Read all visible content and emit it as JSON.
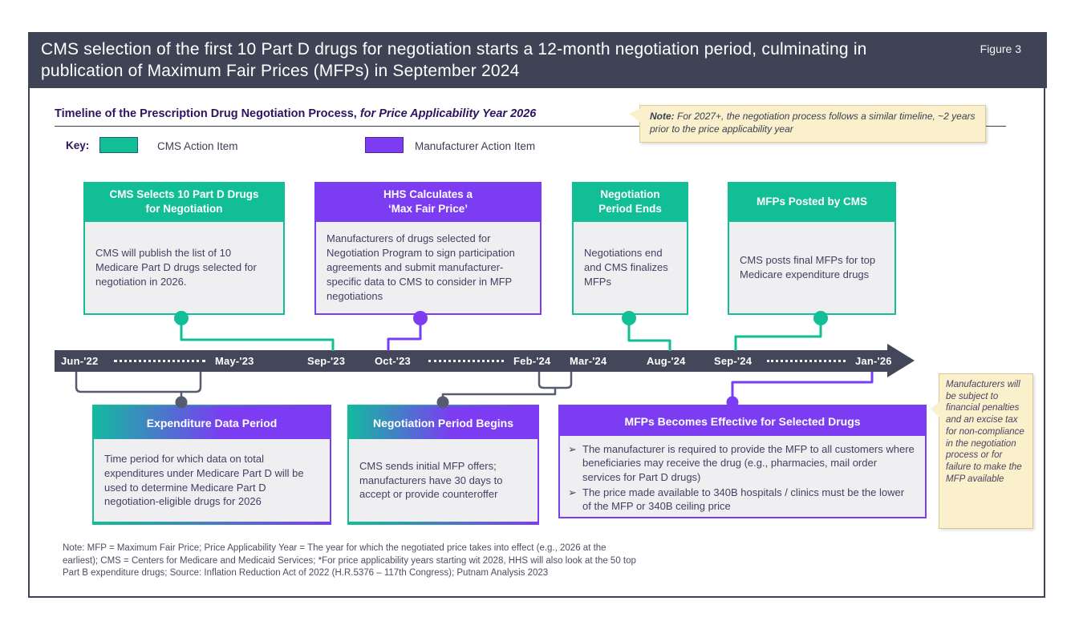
{
  "header": {
    "title": "CMS selection of the first 10 Part D drugs for negotiation starts a 12-month negotiation period, culminating in publication of Maximum Fair Prices (MFPs) in September 2024",
    "figure_label": "Figure 3"
  },
  "section_title": {
    "main": "Timeline of the Prescription Drug Negotiation Process,",
    "italic": " for Price Applicability Year 2026"
  },
  "top_note": {
    "label": "Note:",
    "text": " For 2027+, the negotiation process follows a similar timeline, ~2 years prior to the price applicability year"
  },
  "key": {
    "label": "Key:",
    "cms_label": "CMS Action Item",
    "manufacturer_label": "Manufacturer Action Item"
  },
  "top_boxes": [
    {
      "title_lines": [
        "CMS Selects 10 Part D Drugs",
        "for Negotiation"
      ],
      "body": "CMS will publish the list of 10 Medicare Part D drugs selected for negotiation in 2026.",
      "type": "cms"
    },
    {
      "title_lines": [
        "HHS Calculates a",
        "‘Max Fair Price’"
      ],
      "body": "Manufacturers of drugs selected for Negotiation Program to sign participation agreements and submit manufacturer-specific data to CMS to consider in MFP negotiations",
      "type": "manufacturer"
    },
    {
      "title_lines": [
        "Negotiation",
        "Period Ends"
      ],
      "body": "Negotiations end and CMS finalizes MFPs",
      "type": "cms"
    },
    {
      "title_lines": [
        "MFPs Posted by CMS"
      ],
      "body": "CMS posts final MFPs for top Medicare expenditure drugs",
      "type": "cms"
    }
  ],
  "timeline": {
    "labels": [
      "Jun-'22",
      "May-'23",
      "Sep-'23",
      "Oct-'23",
      "Feb-'24",
      "Mar-'24",
      "Aug-'24",
      "Sep-'24",
      "Jan-'26"
    ]
  },
  "bottom_boxes": [
    {
      "title": "Expenditure Data Period",
      "body": "Time period for which data on total expenditures under Medicare Part D will be used to determine Medicare Part D negotiation-eligible drugs for 2026"
    },
    {
      "title": "Negotiation Period Begins",
      "body": "CMS sends initial MFP offers; manufacturers have 30 days to accept or provide counteroffer"
    },
    {
      "title": "MFPs Becomes Effective for Selected Drugs",
      "bullets": [
        "The manufacturer is required to provide the MFP to all customers where beneficiaries may receive the drug (e.g., pharmacies, mail order services for Part D drugs)",
        "The price made available to 340B hospitals / clinics must be the lower of the MFP or 340B ceiling price"
      ]
    }
  ],
  "bullet_icon": "➢",
  "side_note": "Manufacturers will be subject to financial penalties and an excise tax for non-compliance in the negotiation process or for failure to make the MFP available",
  "footnote_lines": [
    "Note: MFP = Maximum Fair Price; Price Applicability Year = The year for which the negotiated price takes into effect (e.g., 2026 at the",
    "earliest); CMS = Centers for Medicare and Medicaid Services; *For price applicability years starting wit 2028, HHS will also look at the 50 top",
    "Part B expenditure drugs; Source: Inflation Reduction Act of 2022 (H.R.5376 – 117th Congress); Putnam Analysis 2023"
  ],
  "colors": {
    "cms_teal": "#12BE95",
    "manufacturer_purple": "#7B3CF2",
    "slate": "#3F4356",
    "cream": "#FAF0CC"
  }
}
